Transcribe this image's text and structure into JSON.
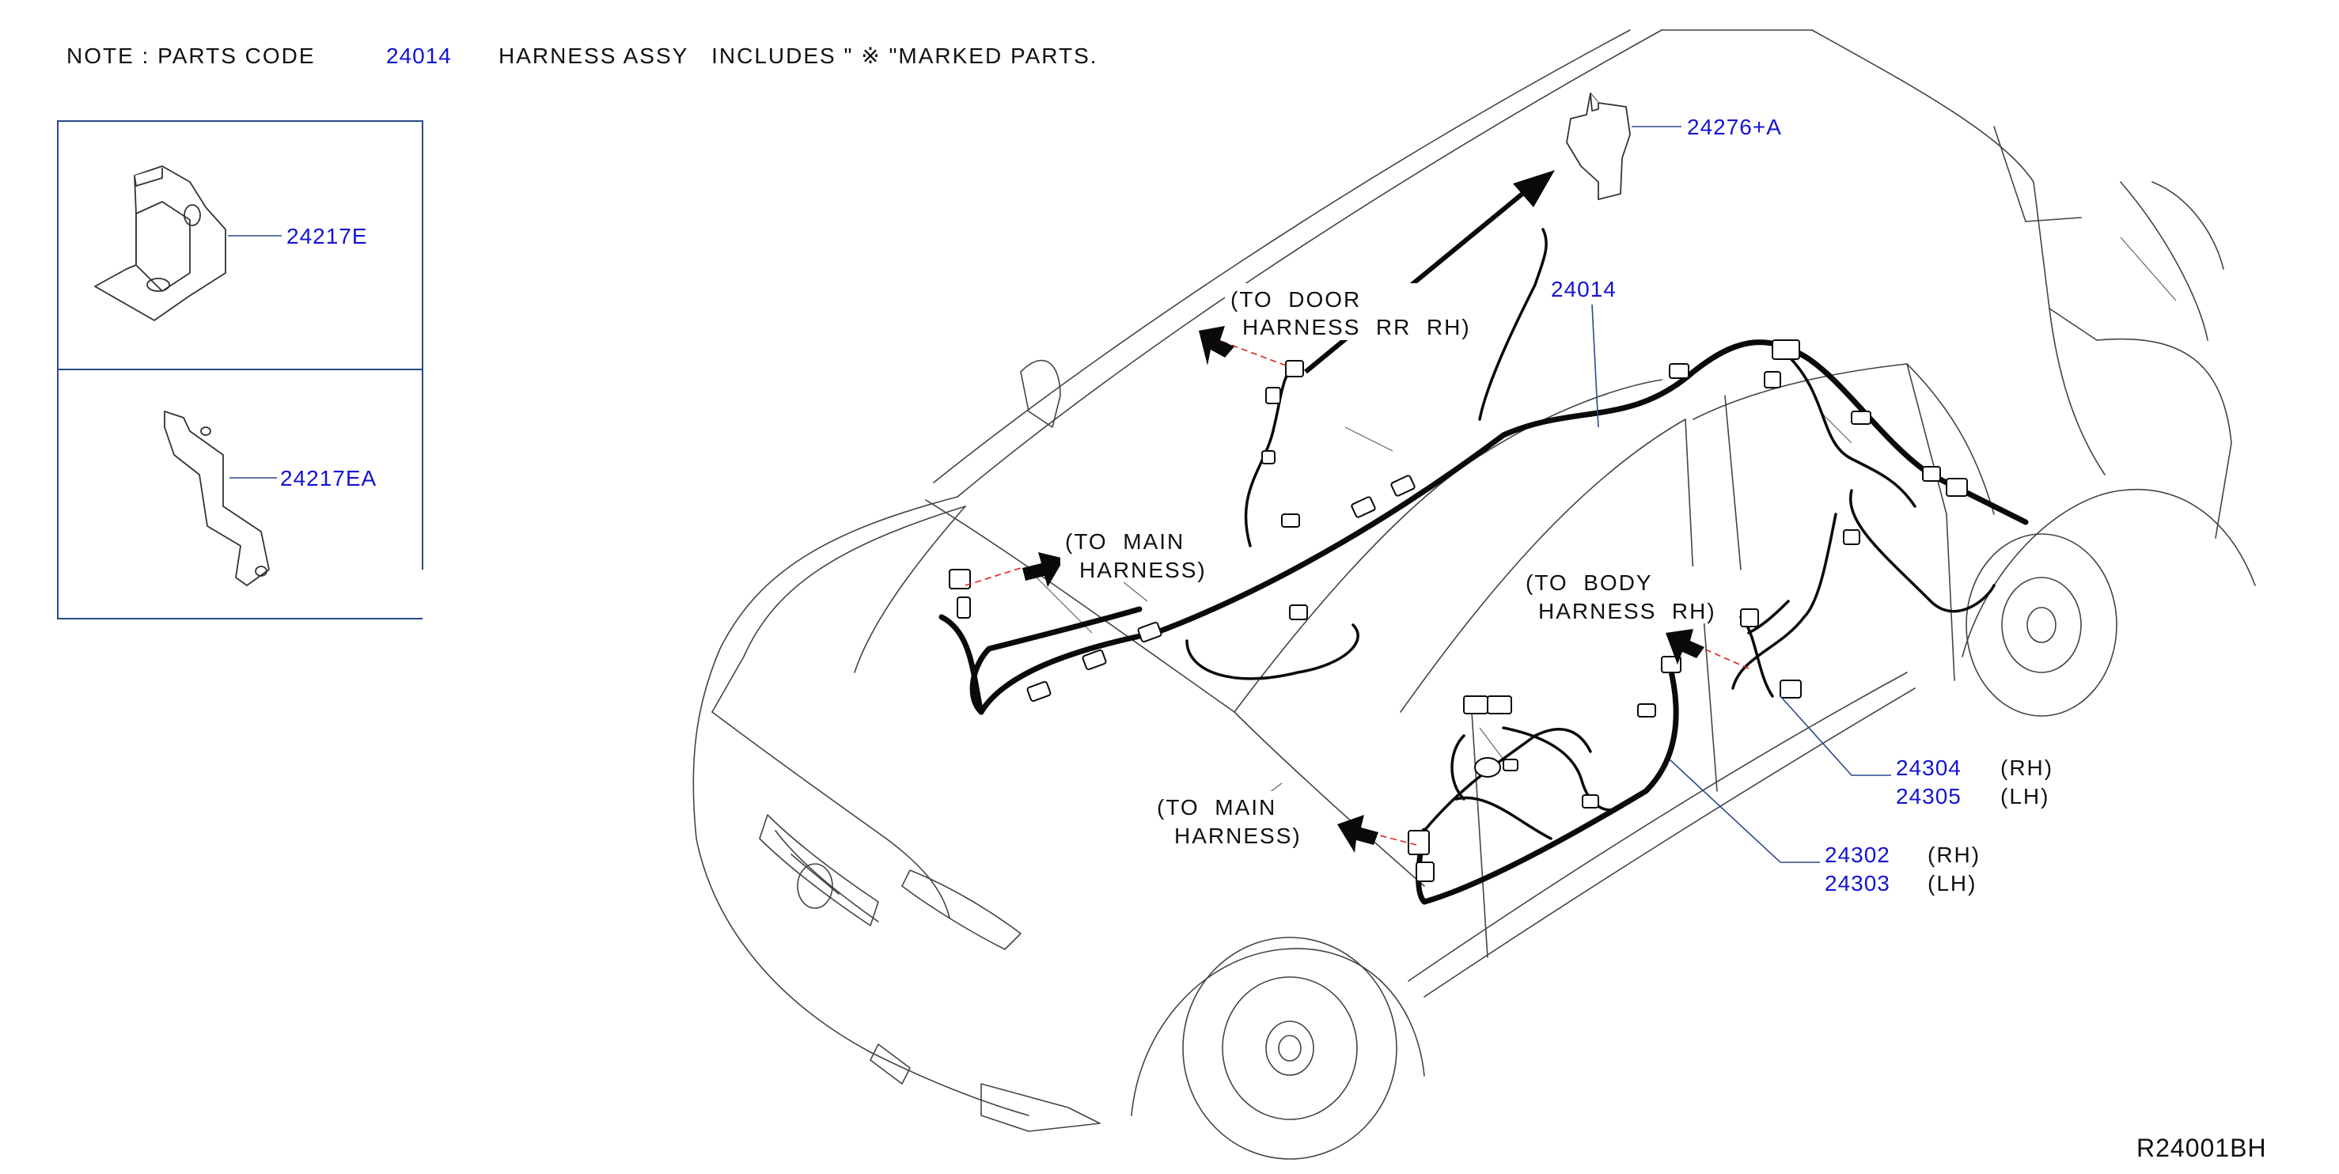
{
  "note": {
    "prefix": "NOTE : PARTS CODE",
    "code": "24014",
    "middle": "HARNESS ASSY   INCLUDES \" ※ \"MARKED PARTS."
  },
  "inset_parts": [
    {
      "code": "24217E"
    },
    {
      "code": "24217EA"
    }
  ],
  "callouts": {
    "p24276A": "24276+A",
    "p24014": "24014",
    "p24304": "24304",
    "p24304_side": "(RH)",
    "p24305": "24305",
    "p24305_side": "(LH)",
    "p24302": "24302",
    "p24302_side": "(RH)",
    "p24303": "24303",
    "p24303_side": "(LH)"
  },
  "labels": {
    "to_door_1": "(TO  DOOR",
    "to_door_2": "HARNESS  RR  RH)",
    "to_main_top_1": "(TO  MAIN",
    "to_main_top_2": "HARNESS)",
    "to_body_1": "(TO  BODY",
    "to_body_2": "HARNESS  RH)",
    "to_main_bottom_1": "(TO  MAIN",
    "to_main_bottom_2": "HARNESS)"
  },
  "drawing_id": "R24001BH",
  "colors": {
    "part_link": "#1414d2",
    "text": "#111111",
    "inset_border": "#2a4a8a"
  }
}
